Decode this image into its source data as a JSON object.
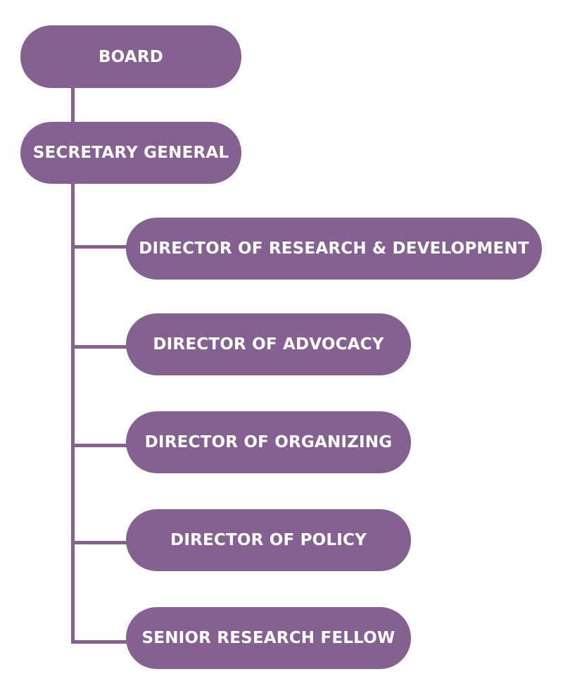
{
  "colors": {
    "node": "#856192",
    "text": "#ffffff"
  },
  "nodes": {
    "board": "BOARD",
    "secretary_general": "SECRETARY GENERAL",
    "director_rd": "DIRECTOR OF RESEARCH & DEVELOPMENT",
    "director_advocacy": "DIRECTOR OF ADVOCACY",
    "director_organizing": "DIRECTOR OF ORGANIZING",
    "director_policy": "DIRECTOR OF POLICY",
    "senior_research_fellow": "SENIOR RESEARCH FELLOW"
  }
}
